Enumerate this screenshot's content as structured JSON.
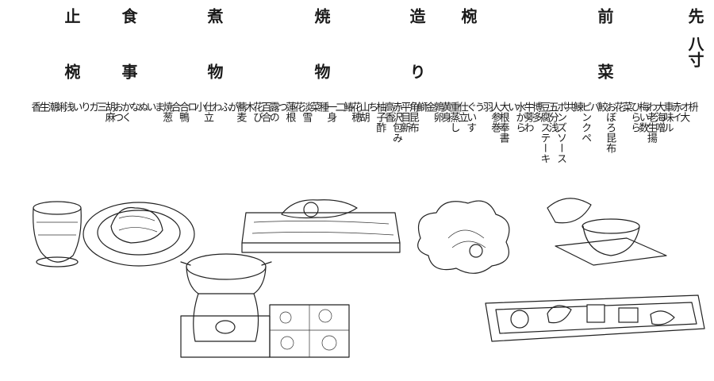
{
  "courses": [
    {
      "head": "先",
      "tail": "八寸"
    },
    {
      "head": "前",
      "tail": "菜"
    },
    {
      "head": "椀",
      "tail": ""
    },
    {
      "head": "造",
      "tail": "り"
    },
    {
      "head": "焼",
      "tail": "物"
    },
    {
      "head": "煮",
      "tail": "物"
    },
    {
      "head": "食",
      "tail": "事"
    },
    {
      "head": "止",
      "tail": "椀"
    }
  ],
  "menu_columns": [
    "枡",
    "オ大",
    "赤イ",
    "車味ル",
    "大海噌",
    "わ老生揚",
    "梅い数",
    "ひらら",
    "菜",
    "花",
    "おぼろ昆布",
    "鮫",
    "バ",
    "ピンクペ",
    "鰊",
    "共",
    "ポンズソース",
    "五分浅",
    "豆腐ステーキ",
    "博多",
    "牛蒡わ",
    "水から",
    "い",
    "大根奉書",
    "人参巻",
    "羽",
    "う",
    "ぐいす",
    "仕立",
    "重蒸し",
    "黄身",
    "鶉卵",
    "金",
    "鰤",
    "角昆布",
    "平目新",
    "赤沢包み",
    "高香",
    "柚子酢",
    "ち",
    "山胡",
    "花穂",
    "鰆",
    "二",
    "一身",
    "種",
    "菜",
    "淡雪",
    "花",
    "蓮根",
    "つ",
    "露の",
    "百合",
    "花び",
    "木",
    "蕎麦",
    "が",
    "ふ",
    "わ",
    "仕立",
    "小",
    "ロ",
    "合鴨",
    "合",
    "焼葱",
    "ま",
    "い",
    "ぬ",
    "な",
    "かく",
    "おつ",
    "胡麻",
    "三",
    "ガ",
    "り",
    "い",
    "浅",
    "蜊",
    "潮",
    "生",
    "香"
  ]
}
